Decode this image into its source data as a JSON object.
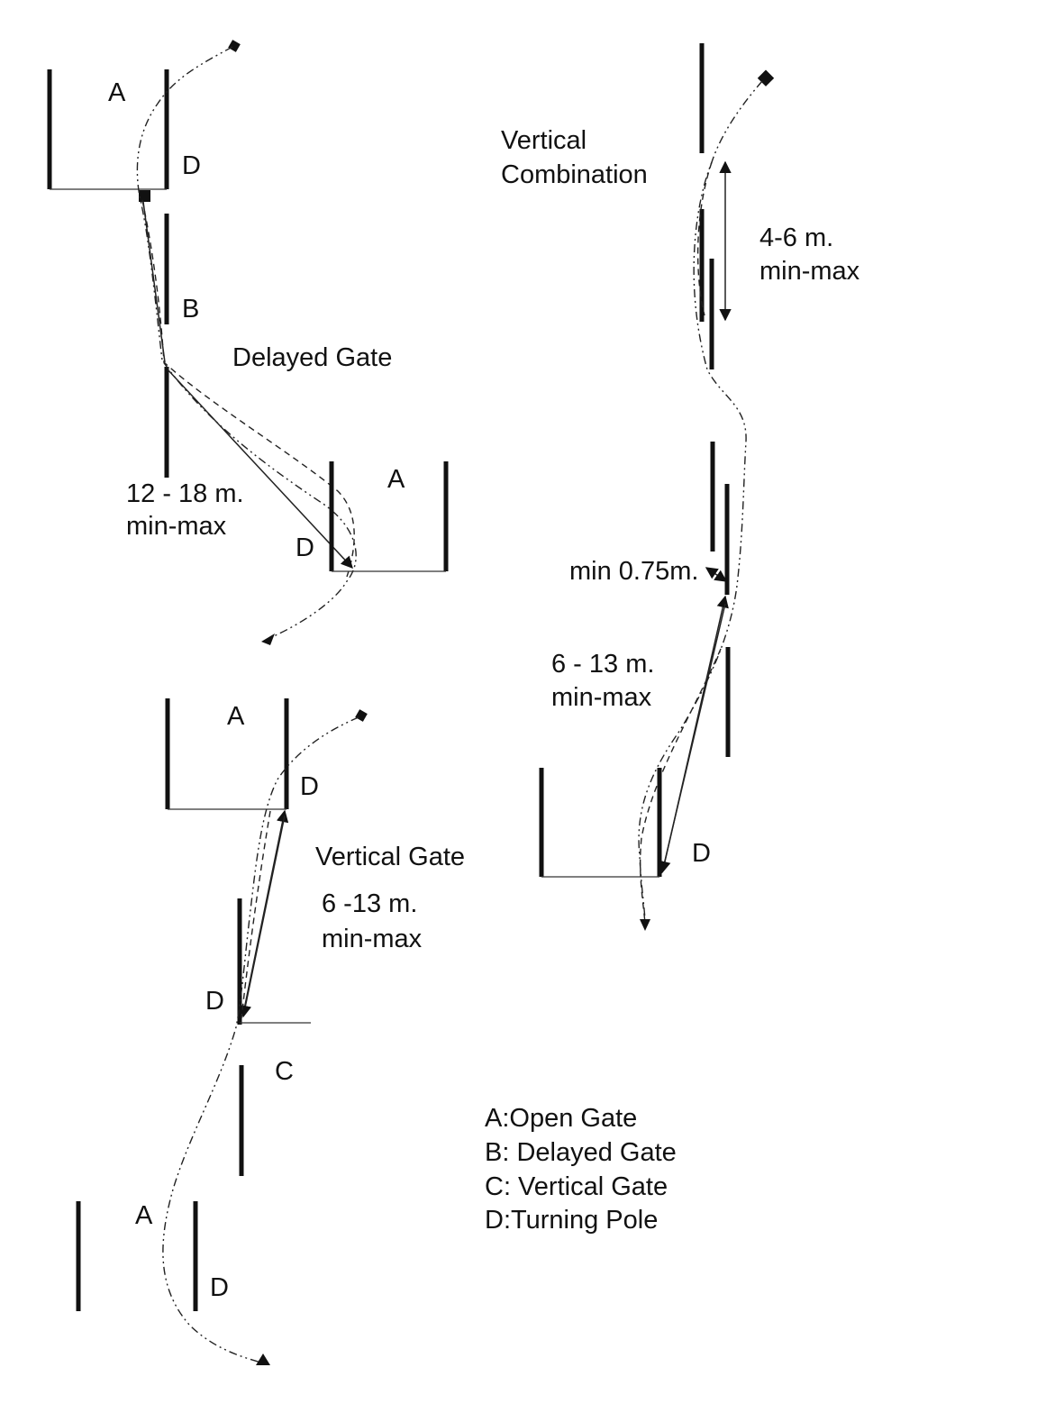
{
  "sections": {
    "delayed_gate": {
      "title": "Delayed Gate",
      "distance_value": "12 - 18 m.",
      "distance_note": "min-max",
      "gate_a_top_label": "A",
      "gate_a_bottom_label": "A",
      "pole_d_top_label": "D",
      "pole_d_bottom_label": "D",
      "gate_b_label": "B"
    },
    "vertical_gate": {
      "title": "Vertical Gate",
      "distance_value": "6 -13 m.",
      "distance_note": "min-max",
      "gate_a_top_label": "A",
      "gate_a_bottom_label": "A",
      "pole_d_top_label": "D",
      "pole_d_middle_label": "D",
      "pole_d_bottom_label": "D",
      "gate_c_label": "C"
    },
    "vertical_combination": {
      "title_line1": "Vertical",
      "title_line2": "Combination",
      "offset_value": "4-6 m.",
      "offset_note": "min-max",
      "gap_label": "min 0.75m.",
      "distance_value": "6 - 13 m.",
      "distance_note": "min-max",
      "pole_d_label": "D"
    }
  },
  "legend": [
    "A:Open Gate",
    "B: Delayed Gate",
    "C: Vertical Gate",
    "D:Turning Pole"
  ]
}
